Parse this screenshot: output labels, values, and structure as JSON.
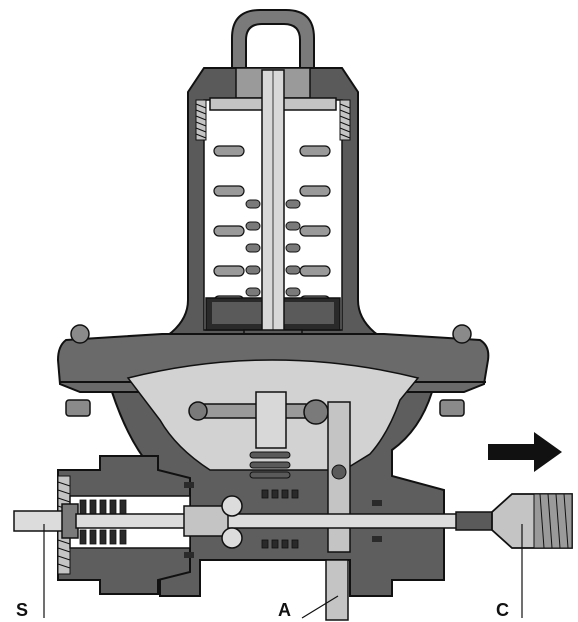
{
  "diagram": {
    "labels": {
      "s": "S",
      "a": "A",
      "c": "C"
    },
    "icons": {
      "flow_direction": "arrow-right-icon"
    },
    "colors": {
      "body_dark": "#5a5a5a",
      "body_mid": "#8a8a8a",
      "chamber_light": "#d2d2d2",
      "metal_light": "#c4c4c4",
      "steel_dark": "#2a2a2a",
      "outline": "#111111",
      "background": "#ffffff"
    }
  }
}
